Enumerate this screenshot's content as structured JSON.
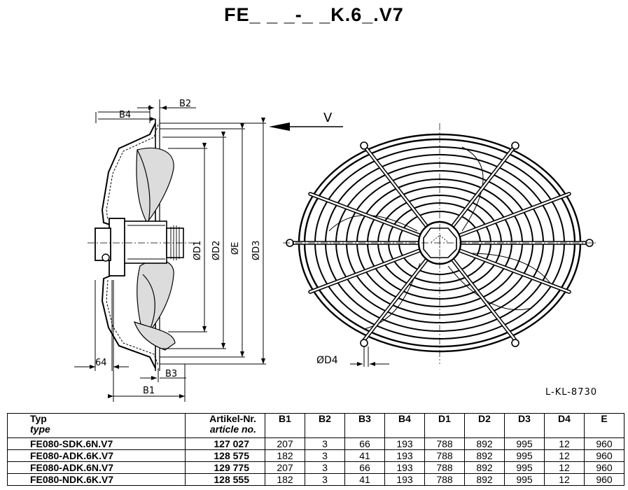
{
  "title": "FE_ _ _-_ _K.6_.V7",
  "drawing": {
    "labels": {
      "b4": "B4",
      "b2": "B2",
      "b3": "B3",
      "b1": "B1",
      "dim64": "64",
      "v": "V",
      "d1": "ØD1",
      "d2": "ØD2",
      "e": "ØE",
      "d3": "ØD3",
      "d4": "ØD4"
    },
    "ref_code": "L-KL-8730"
  },
  "table": {
    "headers": {
      "type_de": "Typ",
      "type_en": "type",
      "article_de": "Artikel-Nr.",
      "article_en": "article no.",
      "cols": [
        "B1",
        "B2",
        "B3",
        "B4",
        "D1",
        "D2",
        "D3",
        "D4",
        "E"
      ]
    },
    "rows": [
      {
        "type": "FE080-SDK.6N.V7",
        "article": "127 027",
        "vals": [
          "207",
          "3",
          "66",
          "193",
          "788",
          "892",
          "995",
          "12",
          "960"
        ]
      },
      {
        "type": "FE080-ADK.6K.V7",
        "article": "128 575",
        "vals": [
          "182",
          "3",
          "41",
          "193",
          "788",
          "892",
          "995",
          "12",
          "960"
        ]
      },
      {
        "type": "FE080-ADK.6N.V7",
        "article": "129 775",
        "vals": [
          "207",
          "3",
          "66",
          "193",
          "788",
          "892",
          "995",
          "12",
          "960"
        ]
      },
      {
        "type": "FE080-NDK.6K.V7",
        "article": "128 555",
        "vals": [
          "182",
          "3",
          "41",
          "193",
          "788",
          "892",
          "995",
          "12",
          "960"
        ]
      }
    ]
  }
}
